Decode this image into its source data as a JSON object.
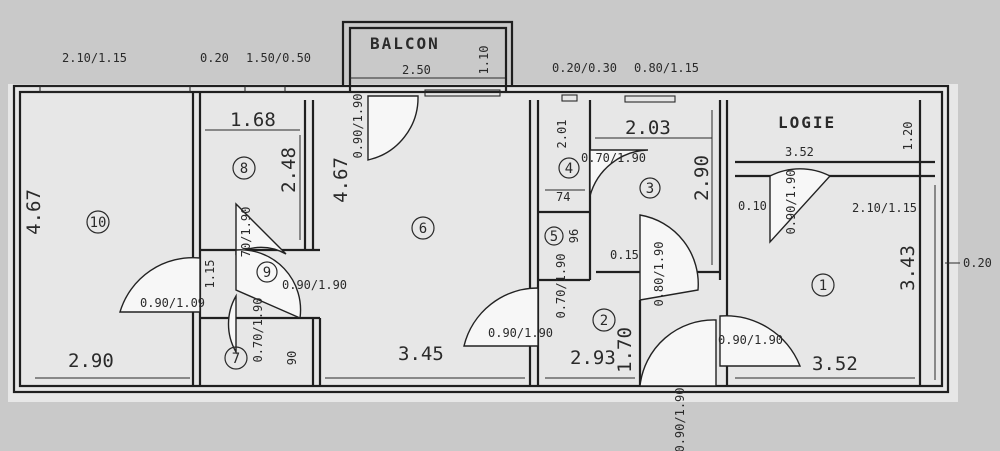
{
  "titles": {
    "balcon": "BALCON",
    "logie": "LOGIE"
  },
  "rooms": [
    "10",
    "8",
    "9",
    "7",
    "6",
    "4",
    "5",
    "3",
    "2",
    "1"
  ],
  "dimensions": {
    "d_210_115_top": "2.10/1.15",
    "d_020_top": "0.20",
    "d_150_050": "1.50/0.50",
    "d_110": "1.10",
    "d_250": "2.50",
    "d_020_030": "0.20/0.30",
    "d_080_115": "0.80/1.15",
    "d_467_left": "4.67",
    "d_168": "1.68",
    "d_248": "2.48",
    "d_467_mid": "4.67",
    "d_090_190_balcon": "0.90/1.90",
    "d_201": "2.01",
    "d_070_190_r4": "0.70/1.90",
    "d_203": "2.03",
    "d_290_r3": "2.90",
    "d_352_top": "3.52",
    "d_120": "1.20",
    "d_74": "74",
    "d_010": "0.10",
    "d_090_190_logie": "0.90/1.90",
    "d_210_115_logie": "2.10/1.15",
    "d_96": "96",
    "d_015": "0.15",
    "d_070_190_r8": "70/1.90",
    "d_115": "1.15",
    "d_090_109": "0.90/1.09",
    "d_090_190_r9": "0.90/1.90",
    "d_343": "3.43",
    "d_020_right": "0.20",
    "d_070_190_r5": "0.70/1.90",
    "d_080_190": "0.80/1.90",
    "d_070_190_r7": "0.70/1.90",
    "d_090_190_r2": "0.90/1.90",
    "d_090_190_r1": "0.90/1.90",
    "d_90": "90",
    "d_290_bottom": "2.90",
    "d_345": "3.45",
    "d_293": "2.93",
    "d_170": "1.70",
    "d_352_bottom": "3.52",
    "d_090_190_entry": "0.90/1.90"
  }
}
